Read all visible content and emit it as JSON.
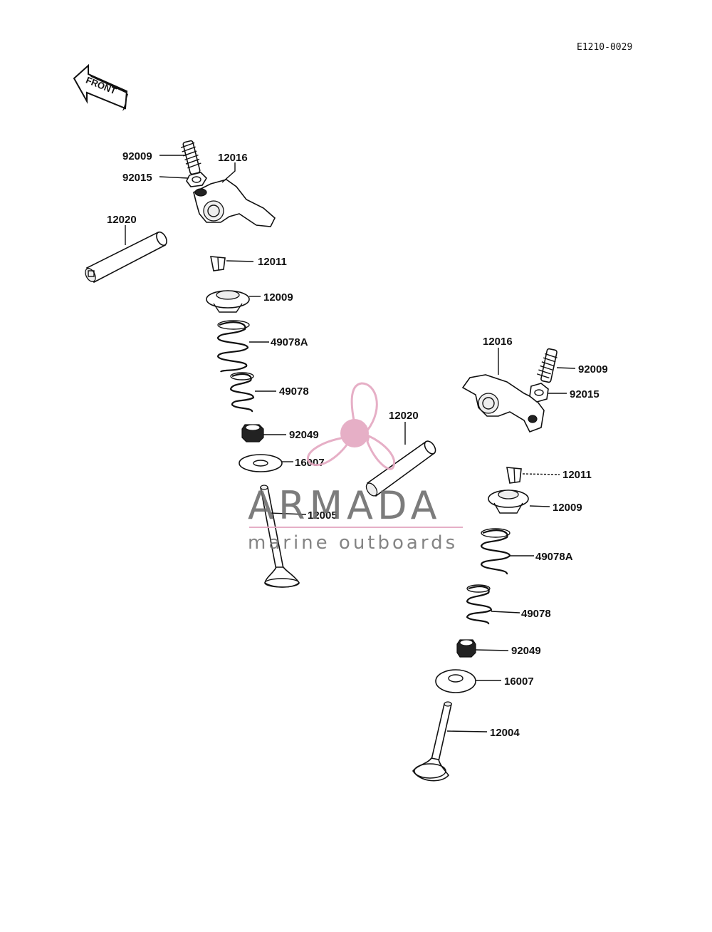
{
  "diagram_code": "E1210-0029",
  "front_label": "FRONT",
  "brand": {
    "name": "ARMADA",
    "tagline": "marine outboards",
    "logo_color": "#e4a7c0"
  },
  "labels": {
    "l_92009_a": "92009",
    "l_92015_a": "92015",
    "l_12016_a": "12016",
    "l_12020_a": "12020",
    "l_12011_a": "12011",
    "l_12009_a": "12009",
    "l_49078A_a": "49078A",
    "l_49078_a": "49078",
    "l_92049_a": "92049",
    "l_16007_a": "16007",
    "l_12005": "12005",
    "l_12016_b": "12016",
    "l_92009_b": "92009",
    "l_92015_b": "92015",
    "l_12020_b": "12020",
    "l_12011_b": "12011",
    "l_12009_b": "12009",
    "l_49078A_b": "49078A",
    "l_49078_b": "49078",
    "l_92049_b": "92049",
    "l_16007_b": "16007",
    "l_12004": "12004"
  }
}
